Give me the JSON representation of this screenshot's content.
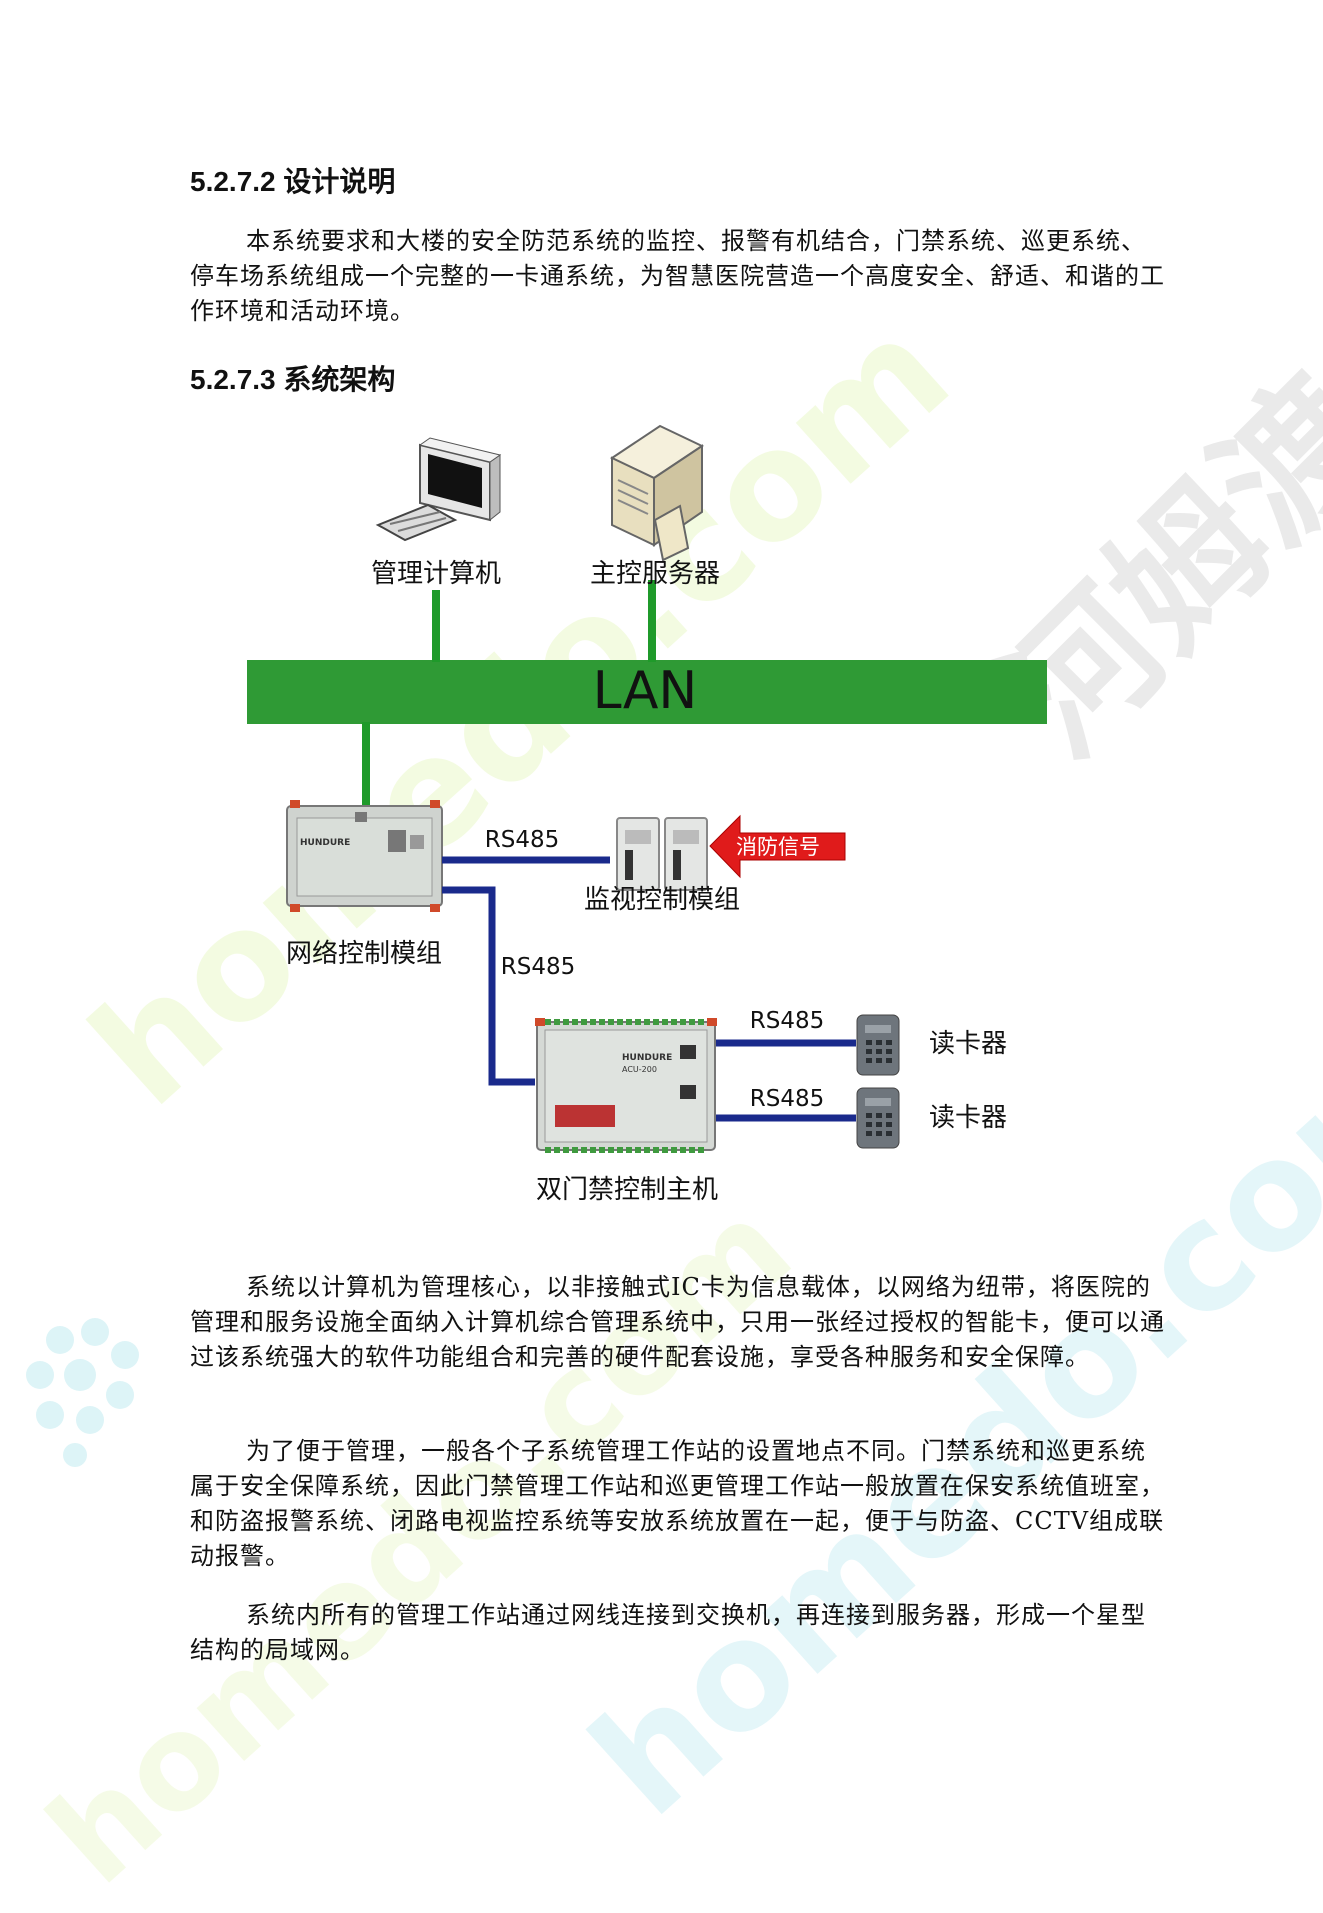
{
  "section_design": {
    "heading": "5.2.7.2 设计说明",
    "paragraph": "本系统要求和大楼的安全防范系统的监控、报警有机结合，门禁系统、巡更系统、停车场系统组成一个完整的一卡通系统，为智慧医院营造一个高度安全、舒适、和谐的工作环境和活动环境。"
  },
  "section_arch": {
    "heading": "5.2.7.3 系统架构"
  },
  "diagram": {
    "lan_label": "LAN",
    "mgmt_computer_label": "管理计算机",
    "server_label": "主控服务器",
    "network_module_label": "网络控制模组",
    "monitor_module_label": "监视控制模组",
    "fire_signal_label": "消防信号",
    "dual_door_label": "双门禁控制主机",
    "rs485_top": "RS485",
    "rs485_mid": "RS485",
    "rs485_reader1": "RS485",
    "rs485_reader2": "RS485",
    "reader1_label": "读卡器",
    "reader2_label": "读卡器",
    "device_brand_1": "HUNDURE",
    "device_brand_2": "HUNDURE",
    "device_model_2": "ACU-200",
    "colors": {
      "lan_green": "#2f9a35",
      "link_green": "#1f9a2a",
      "rs485_blue": "#1a2a8c",
      "fire_red": "#e01b1b"
    }
  },
  "body_paragraphs": [
    "系统以计算机为管理核心，以非接触式IC卡为信息载体，以网络为纽带，将医院的管理和服务设施全面纳入计算机综合管理系统中，只用一张经过授权的智能卡，便可以通过该系统强大的软件功能组合和完善的硬件配套设施，享受各种服务和安全保障。",
    "为了便于管理，一般各个子系统管理工作站的设置地点不同。门禁系统和巡更系统属于安全保障系统，因此门禁管理工作站和巡更管理工作站一般放置在保安系统值班室，和防盗报警系统、闭路电视监控系统等安放系统放置在一起，便于与防盗、CCTV组成联动报警。",
    "系统内所有的管理工作站通过网线连接到交换机，再连接到服务器，形成一个星型结构的局域网。"
  ],
  "watermarks": {
    "text_cn": "河姆渡",
    "text_en": "homedo.com"
  }
}
